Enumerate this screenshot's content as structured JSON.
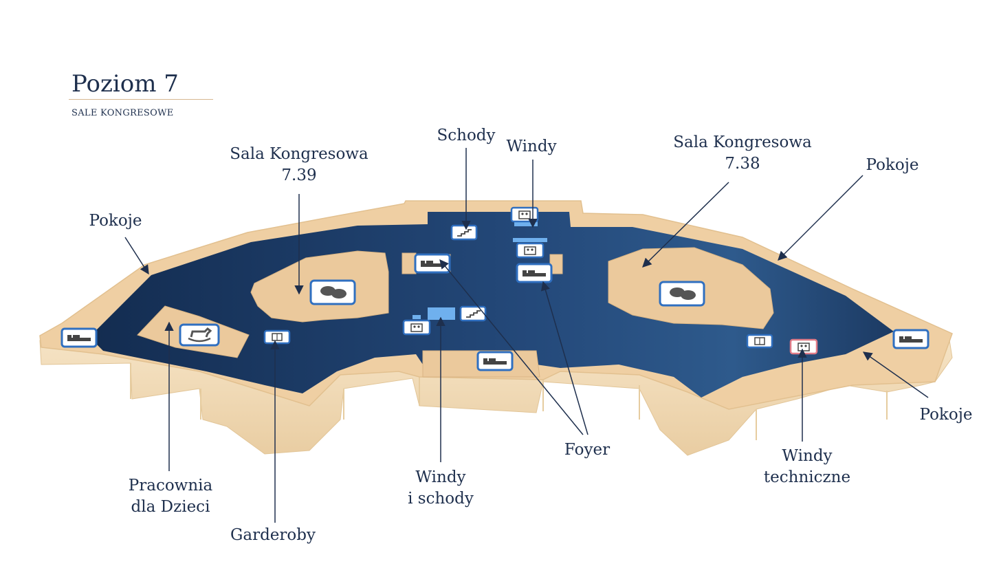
{
  "header": {
    "title": "Poziom 7",
    "subtitle": "SALE KONGRESOWE"
  },
  "labels": {
    "pokoje_west": [
      "Pokoje"
    ],
    "sala_739": [
      "Sala Kongresowa",
      "7.39"
    ],
    "schody": [
      "Schody"
    ],
    "windy": [
      "Windy"
    ],
    "sala_738": [
      "Sala Kongresowa",
      "7.38"
    ],
    "pokoje_northeast": [
      "Pokoje"
    ],
    "pokoje_southeast": [
      "Pokoje"
    ],
    "foyer": [
      "Foyer"
    ],
    "windy_techniczne": [
      "Windy",
      "techniczne"
    ],
    "windy_i_schody": [
      "Windy",
      "i schody"
    ],
    "garderoby": [
      "Garderoby"
    ],
    "pracownia": [
      "Pracownia",
      "dla Dzieci"
    ]
  },
  "icons": {
    "room": "bed-icon",
    "conference": "speech-bubbles-icon",
    "kids": "rocking-horse-icon",
    "stairs": "stairs-icon",
    "elevator": "elevator-icon",
    "cloakroom": "wardrobe-icon"
  },
  "colors": {
    "floor": "#1c3a63",
    "floor_light": "#2f5a88",
    "wall_top": "#efcfa3",
    "wall_side": "#f4dfbd",
    "room_fill": "#ebc99c",
    "icon_border": "#2f6fc0",
    "icon_border_technical": "#e07b87",
    "highlight": "#6fb0ee",
    "text": "#1e2f4d",
    "rule": "#d6b68f"
  }
}
